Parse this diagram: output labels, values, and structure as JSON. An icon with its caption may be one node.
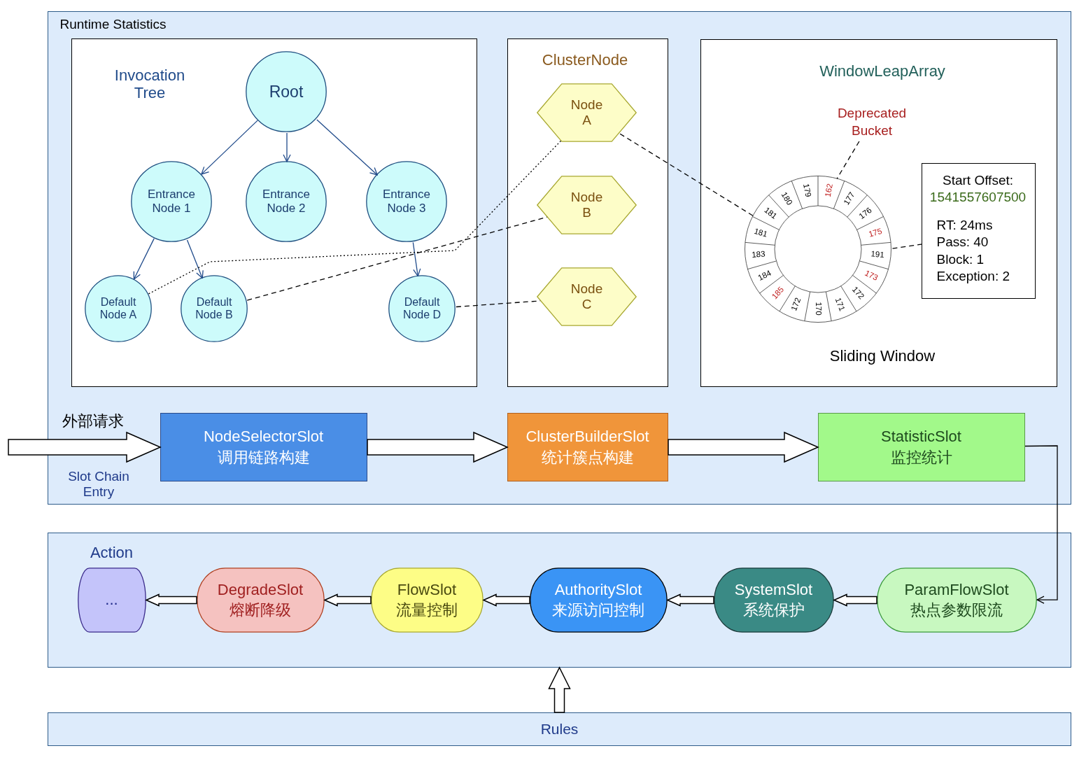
{
  "diagram": {
    "nodes": [
      {
        "text": [
          "Runtime Statistics"
        ]
      },
      {
        "text": [
          "Invocation Tree"
        ],
        "in": 0
      },
      {
        "text": [
          "Root"
        ],
        "in": 1
      },
      {
        "text": [
          "Entrance Node 1"
        ],
        "in": 1
      },
      {
        "text": [
          "Entrance Node 2"
        ],
        "in": 1
      },
      {
        "text": [
          "Entrance Node 3"
        ],
        "in": 1
      },
      {
        "text": [
          "Default Node A"
        ],
        "in": 1
      },
      {
        "text": [
          "Default Node B"
        ],
        "in": 1
      },
      {
        "text": [
          "Default Node D"
        ],
        "in": 1
      },
      {
        "text": [
          "ClusterNode"
        ],
        "in": 0
      },
      {
        "text": [
          "Node A"
        ],
        "in": 9
      },
      {
        "text": [
          "Node B"
        ],
        "in": 9
      },
      {
        "text": [
          "Node C"
        ],
        "in": 9
      },
      {
        "text": [
          "WindowLeapArray",
          "Sliding Window"
        ],
        "in": 0
      },
      {
        "text": [
          "Deprecated Bucket"
        ],
        "in": 13
      },
      {
        "text": [
          "Start Offset:",
          "1541557607500",
          "RT: 24ms",
          "Pass: 40",
          "Block: 1",
          "Exception: 2"
        ],
        "in": 13
      },
      {
        "text": [],
        "shape": "circle",
        "in": 13
      },
      {
        "text": [
          "NodeSelectorSlot",
          "调用链路构建"
        ],
        "in": 0
      },
      {
        "text": [
          "ClusterBuilderSlot",
          "统计簇点构建"
        ],
        "in": 0
      },
      {
        "text": [
          "StatisticSlot",
          "监控统计"
        ],
        "in": 0
      },
      {
        "text": [
          "Action"
        ]
      },
      {
        "text": [
          "..."
        ],
        "in": 20
      },
      {
        "text": [
          "DegradeSlot",
          "熔断降级"
        ],
        "in": 20
      },
      {
        "text": [
          "FlowSlot",
          "流量控制"
        ],
        "in": 20
      },
      {
        "text": [
          "AuthoritySlot",
          "来源访问控制"
        ],
        "in": 20
      },
      {
        "text": [
          "SystemSlot",
          "系统保护"
        ],
        "in": 20
      },
      {
        "text": [
          "ParamFlowSlot",
          "热点参数限流"
        ],
        "in": 20
      },
      {
        "text": [
          "Rules"
        ]
      }
    ],
    "edges": [
      {
        "from": 2,
        "to": 3,
        "arrow": "to",
        "color": "#1f4a8a"
      },
      {
        "from": 2,
        "to": 4,
        "arrow": "to",
        "color": "#1f4a8a"
      },
      {
        "from": 2,
        "to": 5,
        "arrow": "to",
        "color": "#1f4a8a"
      },
      {
        "from": 3,
        "to": 6,
        "arrow": "to",
        "color": "#1f4a8a"
      },
      {
        "from": 3,
        "to": 7,
        "arrow": "to",
        "color": "#1f4a8a"
      },
      {
        "from": 5,
        "to": 8,
        "arrow": "to",
        "color": "#1f4a8a"
      },
      {
        "from": 6,
        "to": 10,
        "arrow": "none",
        "style": "dashed"
      },
      {
        "from": 7,
        "to": 11,
        "arrow": "none",
        "style": "dashed"
      },
      {
        "from": 8,
        "to": 12,
        "arrow": "none",
        "style": "dashed"
      },
      {
        "from": 10,
        "to": 16,
        "arrow": "none",
        "style": "dashed"
      },
      {
        "from": 14,
        "to": 16,
        "arrow": "none",
        "style": "dashed"
      },
      {
        "from": 15,
        "to": 16,
        "arrow": "none",
        "style": "dashed"
      },
      {
        "from": null,
        "to": 17,
        "arrow": "to"
      },
      {
        "from": 17,
        "to": 18,
        "arrow": "to"
      },
      {
        "from": 18,
        "to": 19,
        "arrow": "to"
      },
      {
        "from": 19,
        "to": 26,
        "arrow": "to"
      },
      {
        "from": 26,
        "to": 25,
        "arrow": "to"
      },
      {
        "from": 25,
        "to": 24,
        "arrow": "to"
      },
      {
        "from": 24,
        "to": 23,
        "arrow": "to"
      },
      {
        "from": 23,
        "to": 22,
        "arrow": "to"
      },
      {
        "from": 22,
        "to": 21,
        "arrow": "to"
      },
      {
        "from": 27,
        "to": 20,
        "arrow": "to"
      }
    ],
    "labels": [
      "162",
      "177",
      "176",
      "175",
      "191",
      "173",
      "172",
      "171",
      "170",
      "172",
      "185",
      "184",
      "183",
      "181",
      "181",
      "180",
      "179",
      "外部请求",
      "Slot Chain Entry"
    ]
  }
}
